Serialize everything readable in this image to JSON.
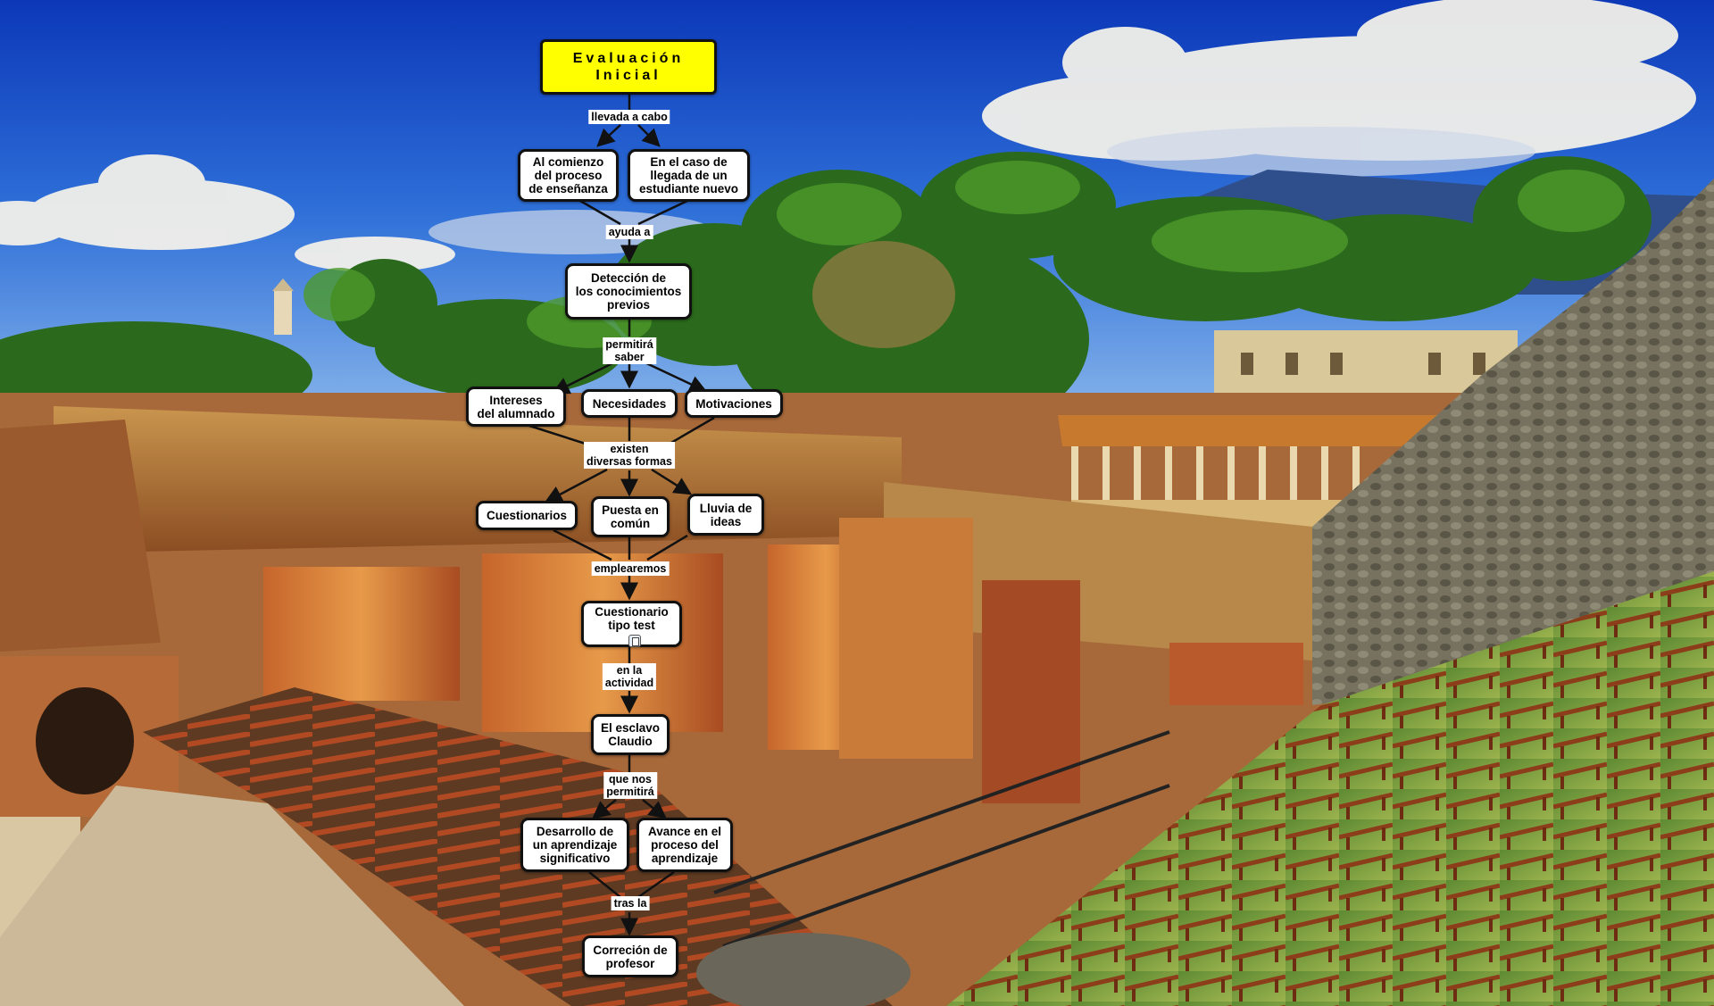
{
  "concept_map": {
    "root": "Evaluación\nInicial",
    "nodes": {
      "comienzo": "Al comienzo\ndel proceso\nde enseñanza",
      "estudiante": "En el caso de\nllegada de un\nestudiante nuevo",
      "deteccion": "Detección de\nlos conocimientos\nprevios",
      "intereses": "Intereses\ndel alumnado",
      "necesidades": "Necesidades",
      "motivaciones": "Motivaciones",
      "cuestionarios": "Cuestionarios",
      "puesta": "Puesta en\ncomún",
      "lluvia": "Lluvia de\nideas",
      "test": "Cuestionario\ntipo test",
      "esclavo": "El esclavo\nClaudio",
      "desarrollo": "Desarrollo de\nun aprendizaje\nsignificativo",
      "avance": "Avance en el\nproceso del\naprendizaje",
      "correcion": "Correción de\nprofesor"
    },
    "links": {
      "llevada": "llevada a cabo",
      "ayuda": "ayuda a",
      "permitira": "permitirá\nsaber",
      "existen": "existen\ndiversas formas",
      "emplearemos": "emplearemos",
      "actividad": "en la\nactividad",
      "quenos": "que nos\npermitirá",
      "tras": "tras la"
    },
    "attachment_icon": "document-attachment-icon"
  },
  "colors": {
    "root_fill": "#ffff00",
    "node_fill": "#ffffff",
    "node_border": "#111111",
    "connector": "#111111"
  }
}
